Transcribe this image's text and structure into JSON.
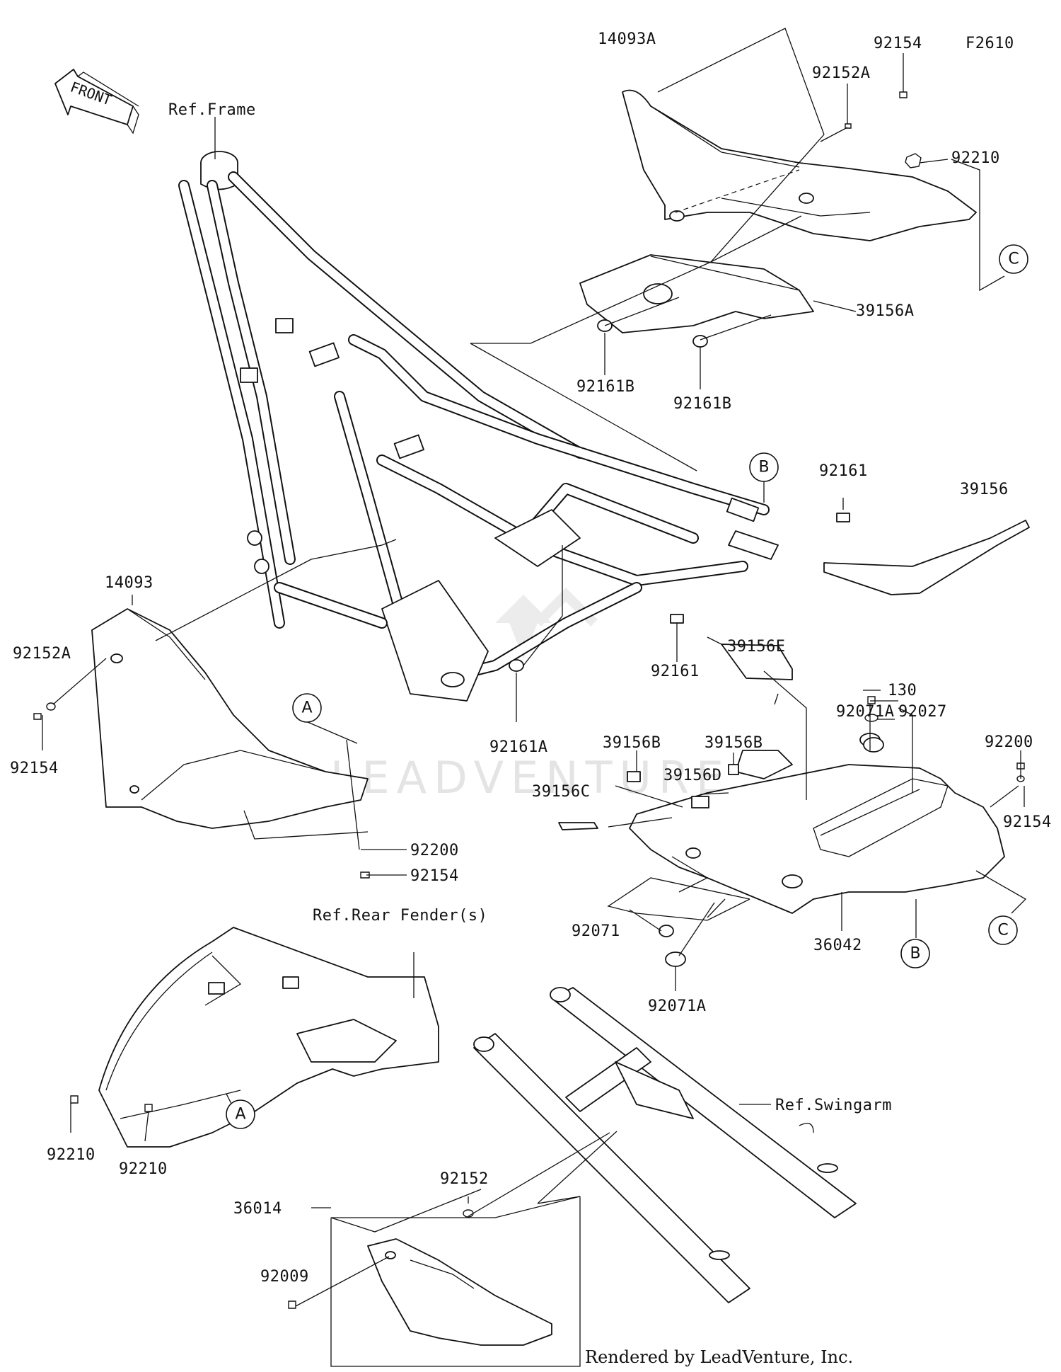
{
  "figure_code": "F2610",
  "front_arrow": {
    "text": "FRONT"
  },
  "references": {
    "frame": "Ref.Frame",
    "rear_fender": "Ref.Rear Fender(s)",
    "swingarm": "Ref.Swingarm"
  },
  "part_labels": [
    "14093A",
    "92154",
    "92152A",
    "92210",
    "39156A",
    "92161B",
    "92161B",
    "92161",
    "39156",
    "92161",
    "39156E",
    "130",
    "92027",
    "92071A",
    "39156B",
    "39156B",
    "39156D",
    "39156C",
    "92200",
    "92154",
    "92071",
    "92071A",
    "36042",
    "14093",
    "92152A",
    "92154",
    "92161A",
    "92200",
    "92154",
    "92210",
    "92210",
    "36014",
    "92152",
    "92009"
  ],
  "callouts": [
    "C",
    "B",
    "A",
    "B",
    "C",
    "A"
  ],
  "watermark": "LEADVENTURE",
  "footer": "Rendered by LeadVenture, Inc."
}
